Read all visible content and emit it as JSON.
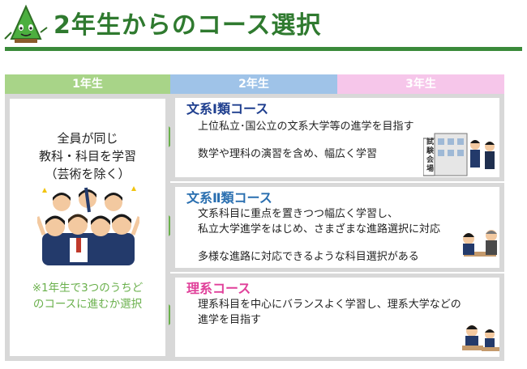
{
  "header": {
    "title": "2年生からのコース選択"
  },
  "years": {
    "y1": "1年生",
    "y2": "2年生",
    "y3": "3年生"
  },
  "first_year": {
    "line1": "全員が同じ",
    "line2": "教科・科目を学習",
    "line3": "（芸術を除く）",
    "note1": "※1年生で3つのうちど",
    "note2": "のコースに進むか選択"
  },
  "courses": [
    {
      "title": "文系Ⅰ類コース",
      "color": "#1f3f8f",
      "line1": "上位私立･国公立の文系大学等の進学を目指す",
      "line2": "数学や理科の演習を含め、幅広く学習",
      "sign": "試験会場"
    },
    {
      "title": "文系Ⅱ類コース",
      "color": "#2a6fb0",
      "line1": "文系科目に重点を置きつつ幅広く学習し、",
      "line2": "私立大学進学をはじめ、さまざまな進路選択に対応",
      "line3": "多様な進路に対応できるような科目選択がある"
    },
    {
      "title": "理系コース",
      "color": "#e0409a",
      "line1": "理系科目を中心にバランスよく学習し、理系大学などの",
      "line2": "進学を目指す"
    }
  ],
  "colors": {
    "title_green": "#2f7a2f",
    "rule_green": "#3a8a3a",
    "year1": "#a8d488",
    "year2": "#9fc3e8",
    "year3": "#f6c6ea",
    "arrow_green": "#6ab04c",
    "note_green": "#6ab04c"
  }
}
